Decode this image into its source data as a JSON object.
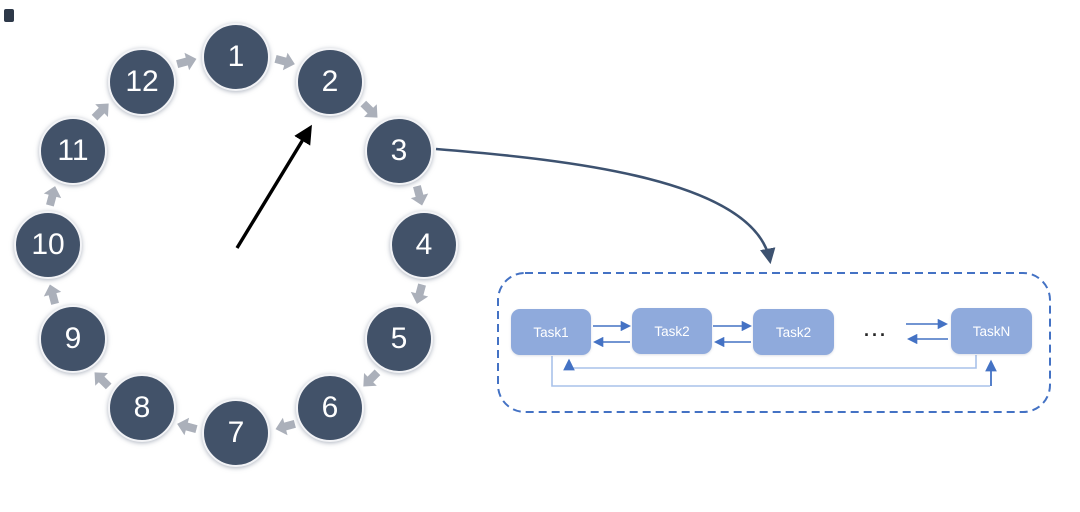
{
  "clock": {
    "nodes": [
      {
        "label": "1"
      },
      {
        "label": "2"
      },
      {
        "label": "3"
      },
      {
        "label": "4"
      },
      {
        "label": "5"
      },
      {
        "label": "6"
      },
      {
        "label": "7"
      },
      {
        "label": "8"
      },
      {
        "label": "9"
      },
      {
        "label": "10"
      },
      {
        "label": "11"
      },
      {
        "label": "12"
      }
    ],
    "colors": {
      "node_fill": "#425269",
      "node_text": "#ffffff",
      "step_arrow": "#abb0ba",
      "hand": "#000000",
      "connector": "#3d5270"
    }
  },
  "pipeline": {
    "tasks": [
      {
        "label": "Task1"
      },
      {
        "label": "Task2"
      },
      {
        "label": "Task2"
      },
      {
        "label": "TaskN"
      }
    ],
    "ellipsis": "...",
    "colors": {
      "box_fill": "#8faadc",
      "box_text": "#ffffff",
      "arrow": "#4472c4",
      "dashed_border": "#4472c4",
      "feedback_line": "#a9c2ea"
    }
  }
}
